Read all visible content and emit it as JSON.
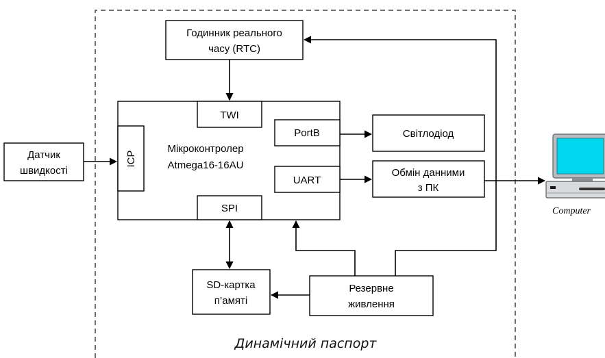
{
  "blocks": {
    "rtc": [
      "Годинник реального",
      "часу (RTC)"
    ],
    "mcu": [
      "Мікроконтролер",
      "Atmega16-16AU"
    ],
    "twi": "TWI",
    "icp": "ICP",
    "portb": "PortB",
    "uart": "UART",
    "spi": "SPI",
    "led": "Світлодіод",
    "pc_exchange": [
      "Обмін данними",
      "з ПК"
    ],
    "speed_sensor": [
      "Датчик",
      "швидкості"
    ],
    "sd_card": [
      "SD-картка",
      "п’амяті"
    ],
    "backup_power": [
      "Резервне",
      "живлення"
    ]
  },
  "computer": {
    "label": "Computer",
    "icon": "desktop-computer-icon"
  },
  "boundary": {
    "caption": "Динамічний паспорт",
    "style": "dashed"
  }
}
